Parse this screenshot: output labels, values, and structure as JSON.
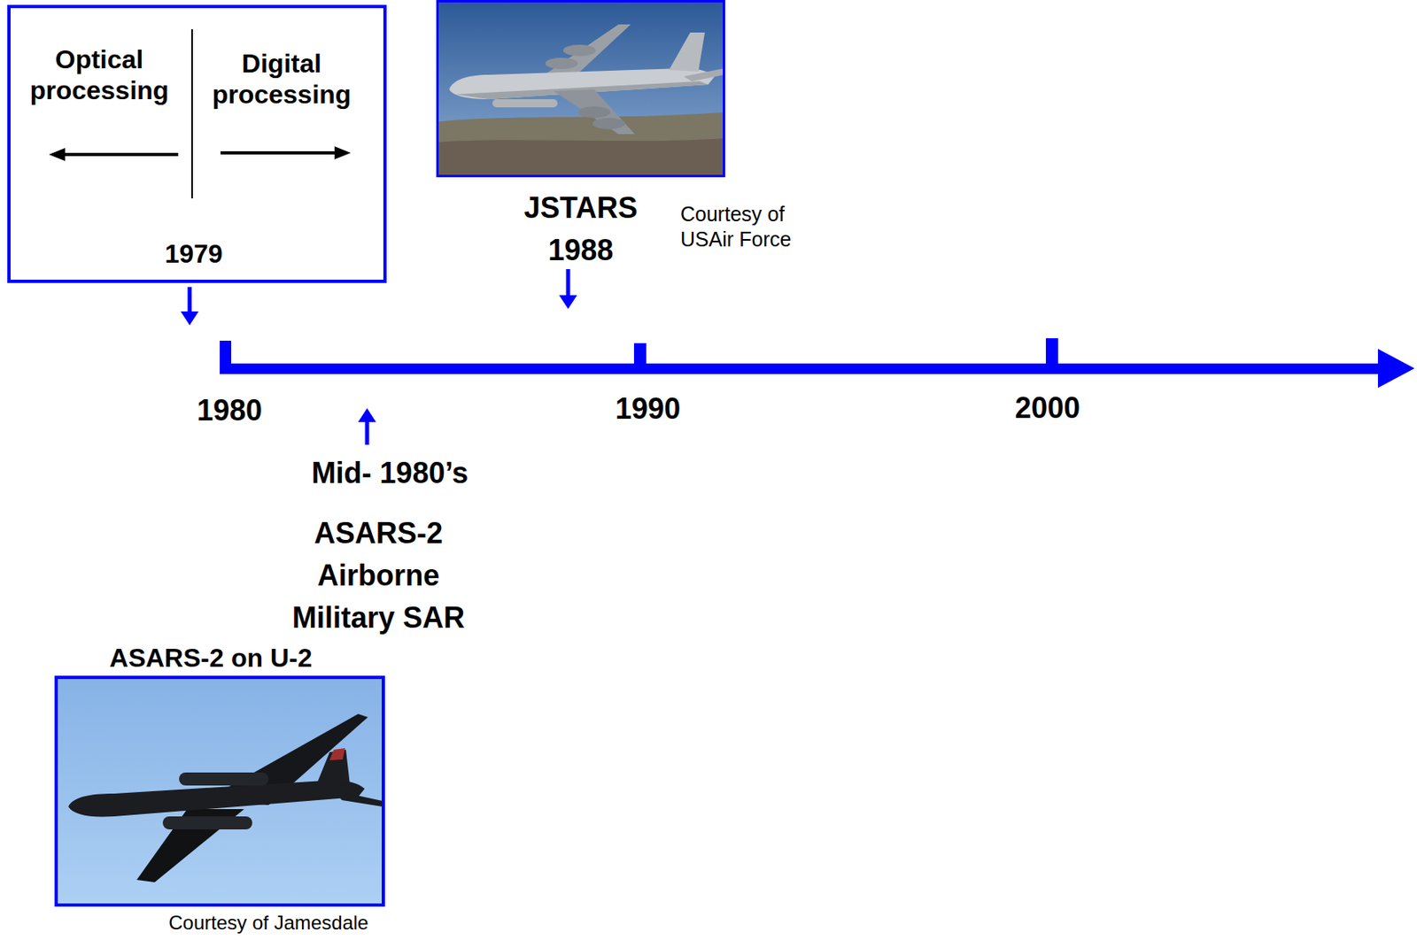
{
  "diagram": {
    "nodes": [
      {
        "text": [
          "Optical processing",
          "Digital processing",
          "1979"
        ]
      },
      {
        "text": [
          "JSTARS",
          "1988"
        ]
      },
      {
        "text": [
          "ASARS-2 on U-2"
        ]
      }
    ],
    "labels": [
      "Courtesy of USAir Force",
      "1980",
      "1990",
      "2000",
      "Mid- 1980’s",
      "ASARS-2 Airborne Military SAR",
      "Courtesy of Jamesdale"
    ]
  }
}
